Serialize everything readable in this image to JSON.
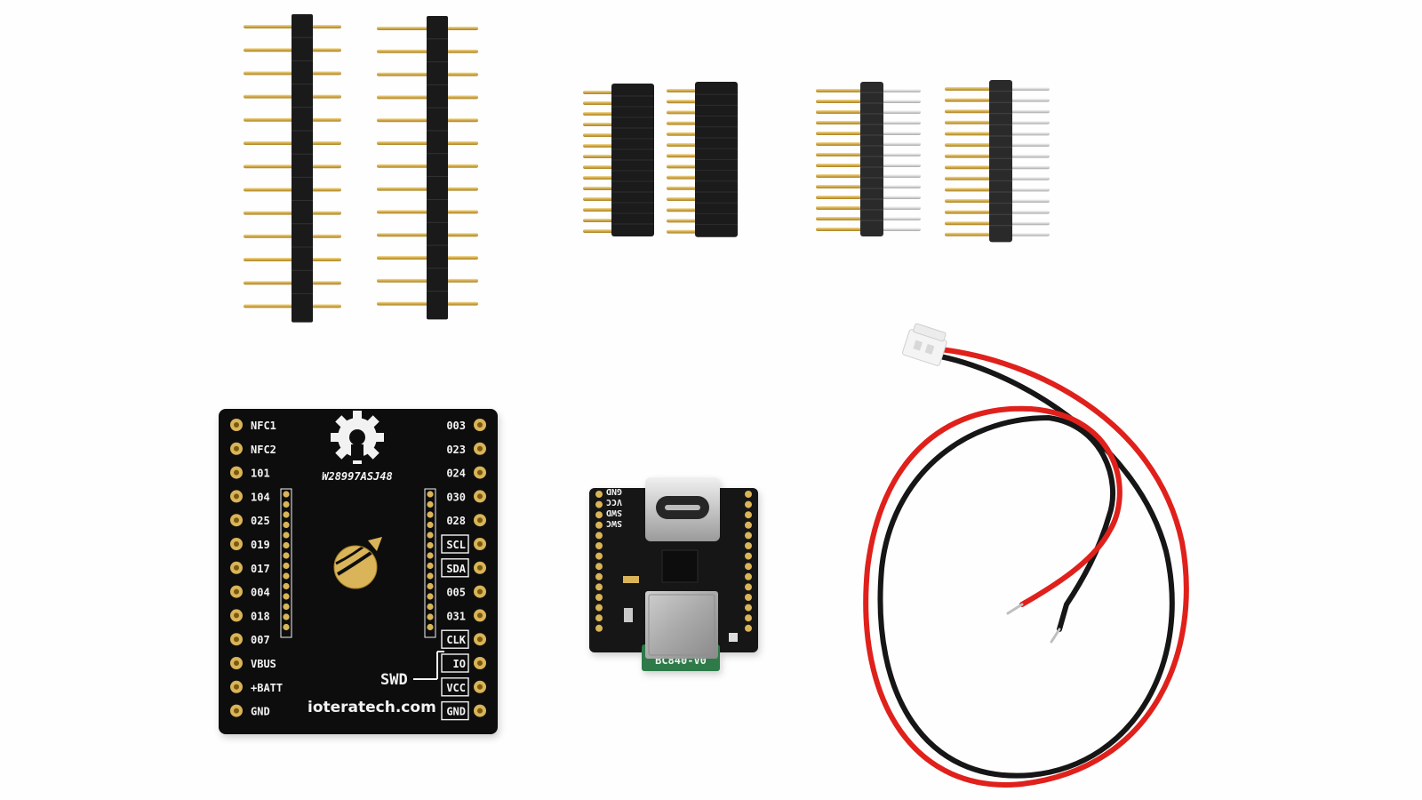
{
  "scene": {
    "background": "#fefefe",
    "colors": {
      "pcb": "#111111",
      "gold": "#d9b458",
      "silk": "#f2f2f2",
      "header_plastic": "#1a1a1a",
      "wire_red": "#e0201b",
      "wire_black": "#161616",
      "connector": "#f4f4f4"
    }
  },
  "breakout_board": {
    "pins_left": [
      "NFC1",
      "NFC2",
      "101",
      "104",
      "025",
      "019",
      "017",
      "004",
      "018",
      "007",
      "VBUS",
      "+BATT",
      "GND"
    ],
    "pins_right": [
      "003",
      "023",
      "024",
      "030",
      "028",
      "SCL",
      "SDA",
      "005",
      "031",
      "CLK",
      "IO",
      "VCC",
      "GND"
    ],
    "part_code": "W28997ASJ48",
    "swd_label": "SWD",
    "website": "ioteratech.com",
    "logo_icon": "gear-icon"
  },
  "module_board": {
    "labels": [
      "GND",
      "VCC",
      "SWD",
      "SWC"
    ],
    "module_label": "BC840-V0",
    "connector": "usb-c-connector"
  },
  "components": {
    "pin_headers": 6,
    "jst_cable": "red-black-jst-cable"
  }
}
